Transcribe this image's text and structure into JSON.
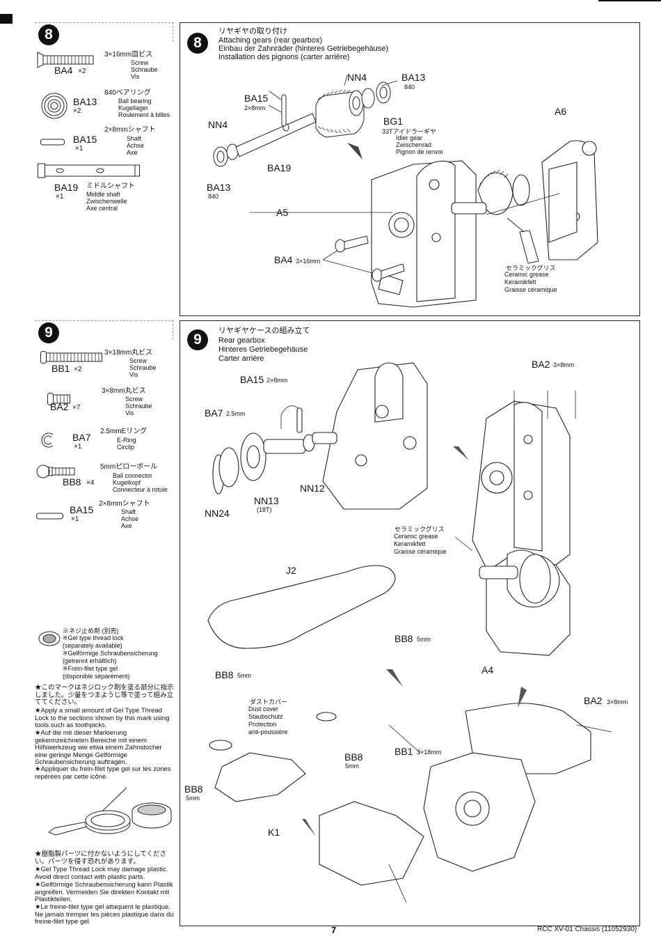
{
  "step8": {
    "number": "8",
    "title_jp": "リヤギヤの取り付け",
    "title_en": "Attaching gears (rear gearbox)",
    "title_de": "Einbau der Zahnräder (hinteres Getriebegehäuse)",
    "title_fr": "Installation des pignons (carter arrière)",
    "parts": [
      {
        "code": "BA4",
        "qty": "×2",
        "size_jp": "3×16mm皿ビス",
        "en": "Screw",
        "de": "Schraube",
        "fr": "Vis"
      },
      {
        "code": "BA13",
        "qty": "×2",
        "size_jp": "840ベアリング",
        "en": "Ball bearing",
        "de": "Kugellager",
        "fr": "Roulement à billes"
      },
      {
        "code": "BA15",
        "qty": "×1",
        "size_jp": "2×8mmシャフト",
        "en": "Shaft",
        "de": "Achse",
        "fr": "Axe"
      },
      {
        "code": "BA19",
        "qty": "×1",
        "size_jp": "ミドルシャフト",
        "en": "Middle shaft",
        "de": "Zwischenwelle",
        "fr": "Axe central"
      }
    ],
    "labels": {
      "nn4_top": "NN4",
      "ba13_top": "BA13",
      "ba13_top_sub": "840",
      "ba15": "BA15",
      "ba15_sub": "2×8mm",
      "bg1": "BG1",
      "bg1_jp": "33Tアイドラーギヤ",
      "bg1_en": "Idler gear",
      "bg1_de": "Zwischenrad",
      "bg1_fr": "Pignon de renvoi",
      "nn4_left": "NN4",
      "ba19": "BA19",
      "ba13_left": "BA13",
      "ba13_left_sub": "840",
      "a6": "A6",
      "a5": "A5",
      "ba4": "BA4",
      "ba4_sub": "3×16mm",
      "grease_jp": "セラミックグリス",
      "grease_en": "Ceramic grease",
      "grease_de": "Keramikfett",
      "grease_fr": "Graisse céramique"
    }
  },
  "step9": {
    "number": "9",
    "title_jp": "リヤギヤケースの組み立て",
    "title_en": "Rear gearbox",
    "title_de": "Hinteres Getriebegehäuse",
    "title_fr": "Carter arrière",
    "parts": [
      {
        "code": "BB1",
        "qty": "×2",
        "size_jp": "3×18mm丸ビス",
        "en": "Screw",
        "de": "Schraube",
        "fr": "Vis"
      },
      {
        "code": "BA2",
        "qty": "×7",
        "size_jp": "3×8mm丸ビス",
        "en": "Screw",
        "de": "Schraube",
        "fr": "Vis"
      },
      {
        "code": "BA7",
        "qty": "×1",
        "size_jp": "2.5mmEリング",
        "en": "E-Ring",
        "de": "Circlip",
        "fr": ""
      },
      {
        "code": "BB8",
        "qty": "×4",
        "size_jp": "5mmピローボール",
        "en": "Ball connector",
        "de": "Kugelkopf",
        "fr": "Connecteur à rotule"
      },
      {
        "code": "BA15",
        "qty": "×1",
        "size_jp": "2×8mmシャフト",
        "en": "Shaft",
        "de": "Achse",
        "fr": "Axe"
      }
    ],
    "labels": {
      "ba2_top": "BA2",
      "ba2_top_sub": "3×8mm",
      "ba15": "BA15",
      "ba15_sub": "2×8mm",
      "ba7": "BA7",
      "ba7_sub": "2.5mm",
      "nn12": "NN12",
      "nn13": "NN13",
      "nn13_sub": "(18T)",
      "nn24": "NN24",
      "grease_jp": "セラミックグリス",
      "grease_en": "Ceramic grease",
      "grease_de": "Keramikfett",
      "grease_fr": "Graisse céramique",
      "j2": "J2",
      "bb8_a": "BB8",
      "bb8_a_sub": "5mm",
      "bb8_b": "BB8",
      "bb8_b_sub": "5mm",
      "a4": "A4",
      "dust_jp": "ダストカバー",
      "dust_en": "Dust cover",
      "dust_de": "Staubschutz",
      "dust_en2": "Protection",
      "dust_fr": "anti-poussière",
      "bb8_c": "BB8",
      "bb8_c_sub": "5mm",
      "bb8_d": "BB8",
      "bb8_d_sub": "5mm",
      "bb1": "BB1",
      "bb1_sub": "3×18mm",
      "ba2_right": "BA2",
      "ba2_right_sub": "3×8mm",
      "k1": "K1"
    }
  },
  "threadlock": {
    "jp": "※ネジ止め剤 (別売)",
    "en1": "※Gel type thread lock",
    "en2": "(separately available)",
    "de1": "※Gelförmige Schraubensicherung",
    "de2": "(getrennt erhältlich)",
    "fr1": "※Frein-filet type gel",
    "fr2": "(disponible séparément)",
    "note1_jp": "★このマークはネジロック剤を塗る部分に指示しました。少量をつまようじ等で塗って組み立ててください。",
    "note1_en": "★Apply a small amount of Gel Type Thread Lock to the sections shown by this mark using tools such as toothpicks.",
    "note1_de": "★Auf die mit dieser Markierung gekennzeichneten Bereiche mit einem Hilfswerkzeug wie etwa einem Zahnstocher eine geringe Menge Gelförmige Schraubensicherung auftragen.",
    "note1_fr": "★Appliquer du frein-filet type gel sur les zones repérées par cette icône.",
    "note2_jp": "★樹脂製パーツに付かないようにしてください。パーツを侵す恐れがあります。",
    "note2_en": "★Gel Type Thread Lock may damage plastic. Avoid direct contact with plastic parts.",
    "note2_de": "★Gelförmige Schraubensicherung kann Plastik angreifen. Vermeiden Sie direkten Kontakt mit Plastikteilen.",
    "note2_fr": "★Le freine-filet type gel attaquent le plastique. Ne jamais tremper les pièces plastique dans du freine-filet type gel."
  },
  "footer": {
    "page_number": "7",
    "manual_id": "RCC XV-01 Chassis (11052930)"
  }
}
